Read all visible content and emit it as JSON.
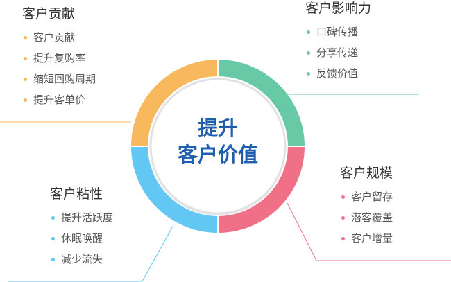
{
  "center": {
    "line1": "提升",
    "line2": "客户价值"
  },
  "colors": {
    "orange": "#f8b85e",
    "green": "#67c9a5",
    "pink": "#ef7087",
    "blue": "#62c7f2",
    "title": "#1f5fae"
  },
  "sections": {
    "contribution": {
      "title": "客户贡献",
      "items": [
        "客户贡献",
        "提升复购率",
        "缩短回购周期",
        "提升客单价"
      ]
    },
    "influence": {
      "title": "客户影响力",
      "items": [
        "口碑传播",
        "分享传递",
        "反馈价值"
      ]
    },
    "scale": {
      "title": "客户规模",
      "items": [
        "客户留存",
        "潜客覆盖",
        "客户增量"
      ]
    },
    "stickiness": {
      "title": "客户粘性",
      "items": [
        "提升活跃度",
        "休眠唤醒",
        "减少流失"
      ]
    }
  }
}
